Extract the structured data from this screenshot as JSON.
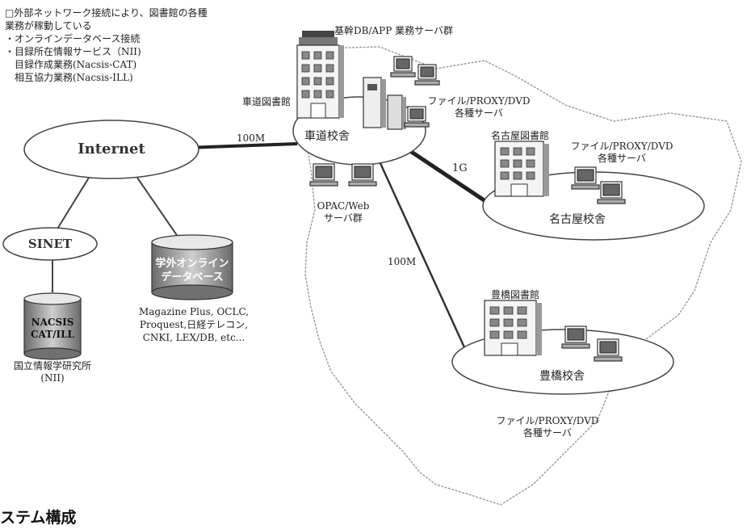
{
  "top_notes": [
    "□外部ネットワーク接続により、図書館の各種",
    "業務が稼動している",
    "・オンラインデータベース接続",
    "・目録所在情報サービス（NII)",
    "　目録作成業務(Nacsis-CAT)",
    "　相互協力業務(Nacsis-ILL)"
  ],
  "nodes": {
    "internet": "Internet",
    "sinet": "SINET",
    "nacsis_line1": "NACSIS",
    "nacsis_line2": "CAT/ILL",
    "nii_label_line1": "国立情報学研究所",
    "nii_label_line2": "(NII)",
    "external_db_line1": "学外オンライン",
    "external_db_line2": "データベース",
    "db_list": [
      "Magazine Plus, OCLC,",
      "Proquest,日経テレコン,",
      "CNKI, LEX/DB, etc..."
    ],
    "kurumamichi_library": "車道図書館",
    "kurumamichi_campus": "車道校舎",
    "core_servers": "基幹DB/APP 業務サーバ群",
    "kurumamichi_files_line1": "ファイル/PROXY/DVD",
    "kurumamichi_files_line2": "各種サーバ",
    "opac_line1": "OPAC/Web",
    "opac_line2": "サーバ群",
    "nagoya_library": "名古屋図書館",
    "nagoya_campus": "名古屋校舎",
    "nagoya_files_line1": "ファイル/PROXY/DVD",
    "nagoya_files_line2": "各種サーバ",
    "toyohashi_library": "豊橋図書館",
    "toyohashi_campus": "豊橋校舎",
    "toyohashi_files_line1": "ファイル/PROXY/DVD",
    "toyohashi_files_line2": "各種サーバ"
  },
  "links": {
    "internet_kurumamichi": "100M",
    "kurumamichi_nagoya": "1G",
    "kurumamichi_toyohashi": "100M"
  },
  "footer": "ステム構成"
}
